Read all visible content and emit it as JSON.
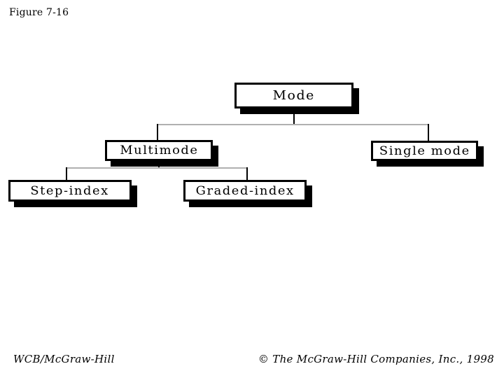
{
  "slide": {
    "figure_label": "Figure 7-16"
  },
  "nodes": {
    "mode": {
      "label": "Mode",
      "parent": null
    },
    "multimode": {
      "label": "Multimode",
      "parent": "mode"
    },
    "single_mode": {
      "label": "Single mode",
      "parent": "mode"
    },
    "step_index": {
      "label": "Step-index",
      "parent": "multimode"
    },
    "graded_index": {
      "label": "Graded-index",
      "parent": "multimode"
    }
  },
  "footer": {
    "left": "WCB/McGraw-Hill",
    "right": "© The McGraw-Hill Companies, Inc., 1998"
  },
  "colors": {
    "background": "#ffffff",
    "text": "#000000",
    "box_border": "#000000",
    "box_shadow": "#000000",
    "box_fill": "#ffffff",
    "connector_vertical": "#000000",
    "connector_horizontal": "#b0b0b0"
  }
}
